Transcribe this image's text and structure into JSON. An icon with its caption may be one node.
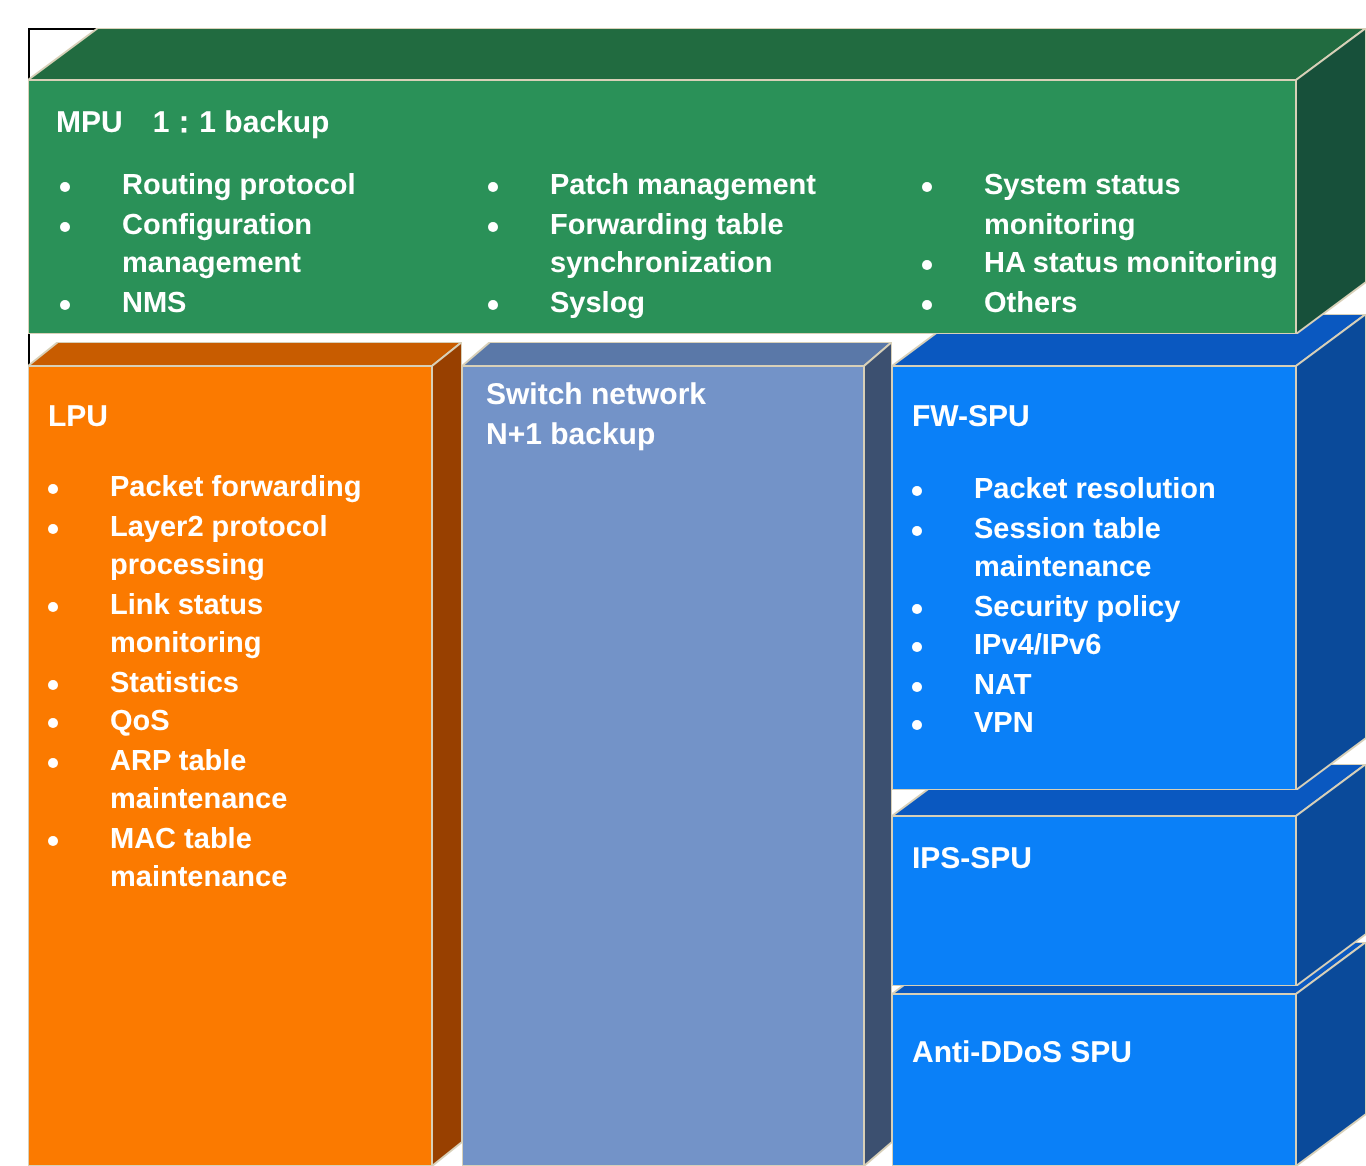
{
  "diagram": {
    "nodes": [
      {
        "text": [
          "MPU　1：1 backup",
          "Routing protocol",
          "Configuration management",
          "NMS",
          "Patch management",
          "Forwarding table synchronization",
          "Syslog",
          "System status monitoring",
          "HA status monitoring",
          "Others"
        ]
      },
      {
        "text": [
          "LPU",
          "Packet forwarding",
          "Layer2 protocol processing",
          "Link status monitoring",
          "Statistics",
          "QoS",
          "ARP table maintenance",
          "MAC table maintenance"
        ]
      },
      {
        "text": [
          "Switch network N+1 backup"
        ]
      },
      {
        "text": [
          "FW-SPU",
          "Packet resolution",
          "Session table maintenance",
          "Security policy",
          "IPv4/IPv6",
          "NAT",
          "VPN"
        ]
      },
      {
        "text": [
          "IPS-SPU"
        ]
      },
      {
        "text": [
          "Anti-DDoS SPU"
        ]
      }
    ],
    "edges": []
  }
}
